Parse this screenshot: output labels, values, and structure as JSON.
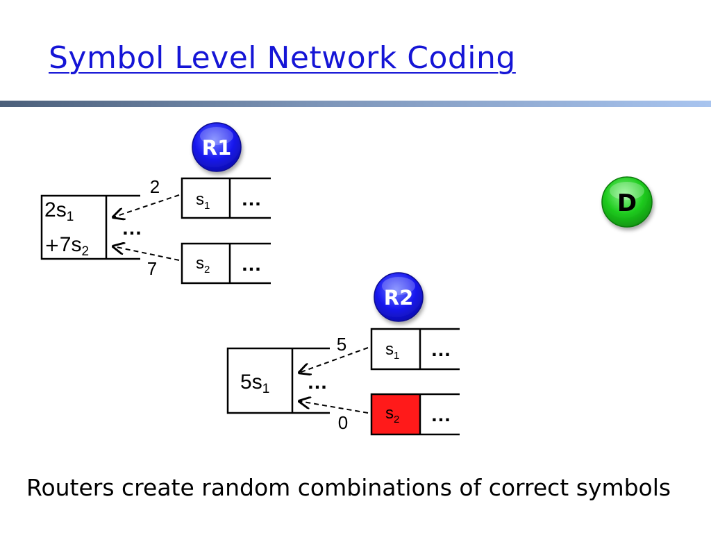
{
  "slide": {
    "title": "Symbol Level Network Coding",
    "caption": "Routers create random combinations of correct symbols"
  },
  "nodes": {
    "r1": {
      "label": "R1",
      "color": "#1a1af0"
    },
    "r2": {
      "label": "R2",
      "color": "#1a1af0"
    },
    "d": {
      "label": "D",
      "color": "#1ecb1e"
    }
  },
  "r1": {
    "out_coeff_1": "2",
    "out_symbol_1": "s",
    "out_sub_1": "1",
    "plus": "+",
    "out_coeff_2": "7",
    "out_symbol_2": "s",
    "out_sub_2": "2",
    "out_ellipsis": "…",
    "weight_top": "2",
    "weight_bottom": "7",
    "packet1_symbol": "s",
    "packet1_sub": "1",
    "packet1_ellipsis": "…",
    "packet2_symbol": "s",
    "packet2_sub": "2",
    "packet2_ellipsis": "…"
  },
  "r2": {
    "out_coeff": "5",
    "out_symbol": "s",
    "out_sub": "1",
    "out_ellipsis": "…",
    "weight_top": "5",
    "weight_bottom": "0",
    "packet1_symbol": "s",
    "packet1_sub": "1",
    "packet1_ellipsis": "…",
    "packet2_symbol": "s",
    "packet2_sub": "2",
    "packet2_ellipsis": "…",
    "corrupted_color": "#ff1a1a"
  }
}
